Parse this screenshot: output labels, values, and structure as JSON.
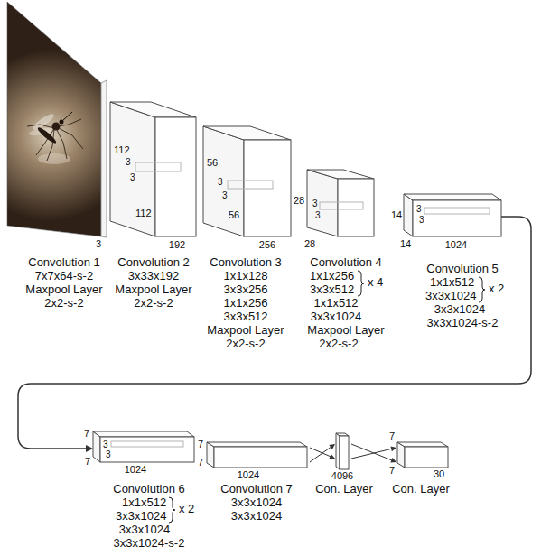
{
  "diagram": {
    "nodes": [
      {
        "text": [
          "Convolution 1",
          "7x7x64-s-2",
          "Maxpool Layer",
          "2x2-s-2",
          "3"
        ]
      },
      {
        "text": [
          "Convolution 2",
          "3x33x192",
          "Maxpool Layer",
          "2x2-s-2",
          "112",
          "3",
          "3",
          "112",
          "192"
        ]
      },
      {
        "text": [
          "Convolution 3",
          "1x1x128",
          "3x3x256",
          "1x1x256",
          "3x3x512",
          "Maxpool Layer",
          "2x2-s-2",
          "56",
          "3",
          "3",
          "56",
          "256"
        ]
      },
      {
        "text": [
          "Convolution 4",
          "1x1x256",
          "3x3x512",
          "x 4",
          "1x1x512",
          "3x3x1024",
          "Maxpool Layer",
          "2x2-s-2",
          "28",
          "3",
          "3",
          "28"
        ]
      },
      {
        "text": [
          "Convolution 5",
          "1x1x512",
          "3x3x1024",
          "x 2",
          "3x3x1024",
          "3x3x1024-s-2",
          "14",
          "3",
          "3",
          "14",
          "1024"
        ]
      },
      {
        "text": [
          "Convolution 6",
          "1x1x512",
          "3x3x1024",
          "x 2",
          "3x3x1024",
          "3x3x1024-s-2",
          "7",
          "3",
          "3",
          "7",
          "1024"
        ]
      },
      {
        "text": [
          "Convolution 7",
          "3x3x1024",
          "3x3x1024",
          "7",
          "7",
          "1024"
        ]
      },
      {
        "text": [
          "Con. Layer",
          "4096"
        ]
      },
      {
        "text": [
          "Con. Layer",
          "7",
          "7",
          "30"
        ]
      }
    ],
    "edges": [
      {
        "from": 4,
        "to": 5,
        "arrow": "to"
      },
      {
        "from": 6,
        "to": 7,
        "arrow": "to"
      },
      {
        "from": 7,
        "to": 8,
        "arrow": "to"
      }
    ]
  }
}
